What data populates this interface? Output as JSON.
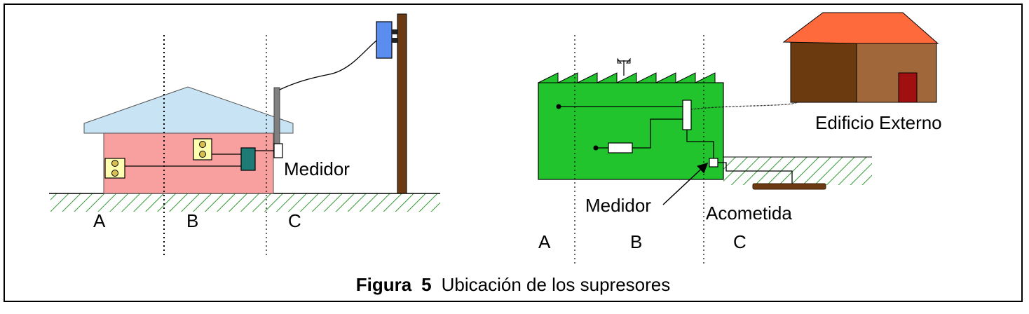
{
  "left_diagram": {
    "meter_label": "Medidor",
    "zones": [
      "A",
      "B",
      "C"
    ]
  },
  "right_diagram": {
    "meter_label": "Medidor",
    "service_entrance_label": "Acometida",
    "external_building_label": "Edificio Externo",
    "zones": [
      "A",
      "B",
      "C"
    ]
  },
  "caption": {
    "prefix": "Figura",
    "number": "5",
    "text": "Ubicación de los supresores"
  },
  "colors": {
    "house_wall": "#F8A0A0",
    "roof": "#C8E4F4",
    "ground_hatch": "#339933",
    "pole": "#6B3A12",
    "transformer": "#5B8DEF",
    "panel": "#1E7A74",
    "outlet": "#FFFFB0",
    "building_green": "#22C42E",
    "ext_roof": "#FF6A3D",
    "ext_wall_front": "#A0673A",
    "ext_wall_side": "#6B3A0E",
    "ext_door": "#A01010"
  }
}
